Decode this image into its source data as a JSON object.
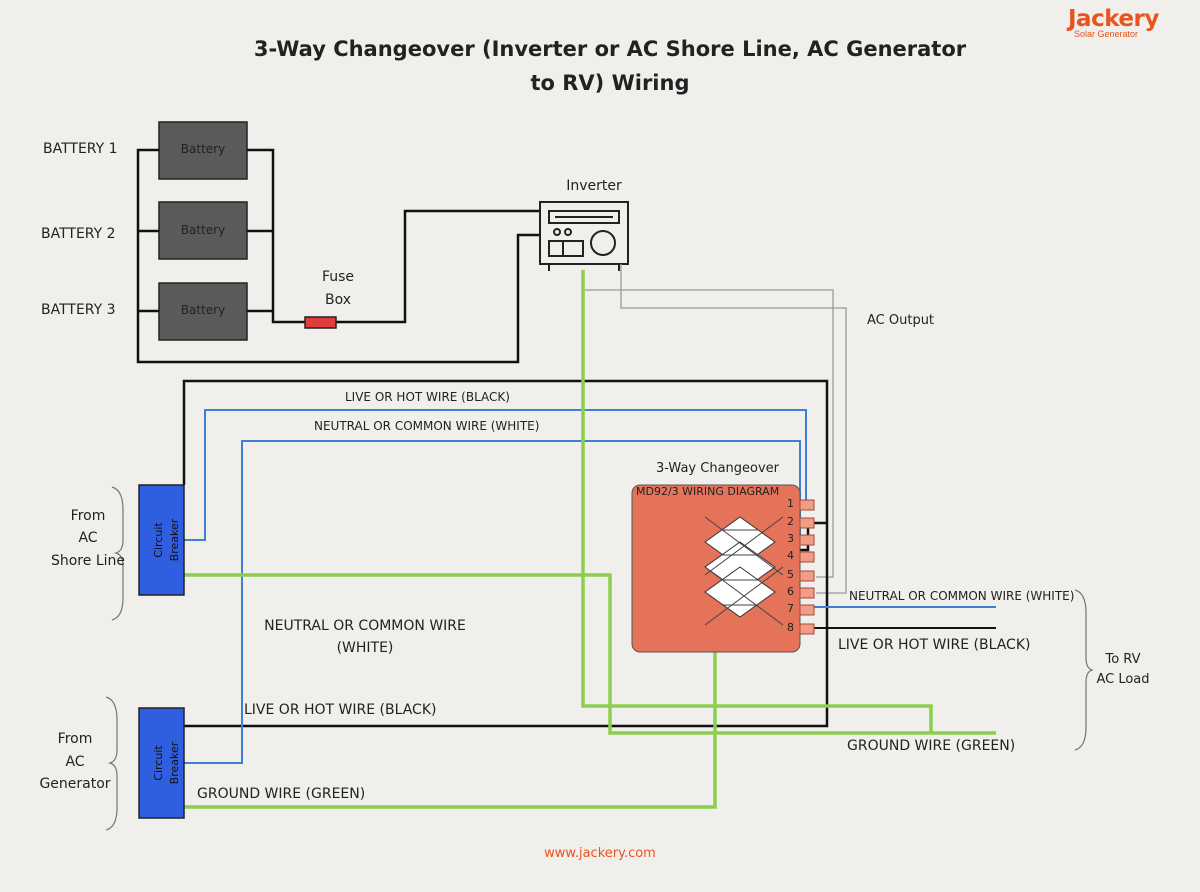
{
  "title": "3-Way Changeover (Inverter or AC Shore Line, AC Generator to RV) Wiring",
  "brand": {
    "name": "Jackery",
    "subtitle": "Solar Generator",
    "color": "#e8541f"
  },
  "batteries": [
    {
      "label": "BATTERY 1",
      "box_text": "Battery"
    },
    {
      "label": "BATTERY 2",
      "box_text": "Battery"
    },
    {
      "label": "BATTERY 3",
      "box_text": "Battery"
    }
  ],
  "fuse_box": {
    "label_line1": "Fuse",
    "label_line2": "Box"
  },
  "inverter": {
    "label": "Inverter"
  },
  "ac_output_label": "AC Output",
  "top_wires": {
    "live": "LIVE OR HOT WIRE (BLACK)",
    "neutral": "NEUTRAL OR COMMON WIRE (WHITE)"
  },
  "changeover": {
    "label": "3-Way Changeover",
    "subtitle": "MD92/3 WIRING DIAGRAM",
    "terminals": [
      "1",
      "2",
      "3",
      "4",
      "5",
      "6",
      "7",
      "8"
    ],
    "color": "#e4735a"
  },
  "shore": {
    "from_line1": "From",
    "from_line2": "AC",
    "from_line3": "Shore Line",
    "breaker_line1": "Circuit",
    "breaker_line2": "Breaker"
  },
  "generator": {
    "from_line1": "From",
    "from_line2": "AC",
    "from_line3": "Generator",
    "breaker_line1": "Circuit",
    "breaker_line2": "Breaker"
  },
  "mid_neutral": {
    "line1": "NEUTRAL OR COMMON WIRE",
    "line2": "(WHITE)"
  },
  "gen_live": "LIVE OR HOT WIRE (BLACK)",
  "gen_ground": "GROUND WIRE (GREEN)",
  "rv": {
    "neutral": "NEUTRAL OR COMMON WIRE (WHITE)",
    "live": "LIVE OR HOT WIRE (BLACK)",
    "ground": "GROUND WIRE (GREEN)",
    "load_line1": "To RV",
    "load_line2": "AC Load"
  },
  "website": "www.jackery.com",
  "colors": {
    "black_wire": "#111111",
    "blue_wire": "#3f7fd6",
    "green_wire": "#8ccf4c",
    "breaker": "#2f5fe0",
    "battery": "#5a5a5a",
    "fuse": "#e03c3c"
  }
}
